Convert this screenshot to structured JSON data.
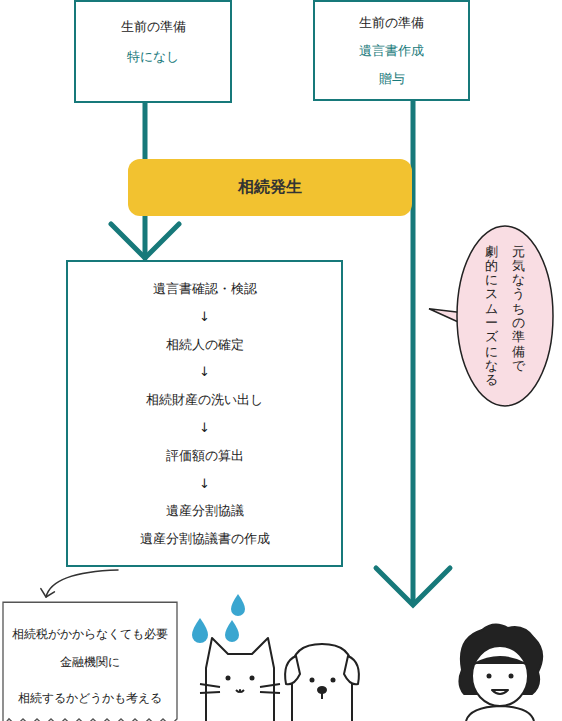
{
  "diagram": {
    "nodes": [
      {
        "text": [
          "生前の準備",
          "特になし"
        ]
      },
      {
        "text": [
          "生前の準備",
          "遺言書作成",
          "贈与"
        ]
      },
      {
        "text": [
          "相続発生"
        ]
      },
      {
        "text": [
          "遺言書確認・検認",
          "↓",
          "相続人の確定",
          "↓",
          "相続財産の洗い出し",
          "↓",
          "評価額の算出",
          "↓",
          "遺産分割協議",
          "遺産分割協議書の作成"
        ]
      },
      {
        "text": [
          "元気なうちの準備で 劇的にスムーズになる"
        ]
      },
      {
        "text": [
          "相続税がかからなくても必要 金融機関に",
          "相続するかどうかも考える"
        ]
      }
    ],
    "edges": [
      {
        "from": 0,
        "to": 3,
        "arrow": "to"
      },
      {
        "from": 3,
        "to": 5,
        "arrow": "to"
      }
    ]
  }
}
